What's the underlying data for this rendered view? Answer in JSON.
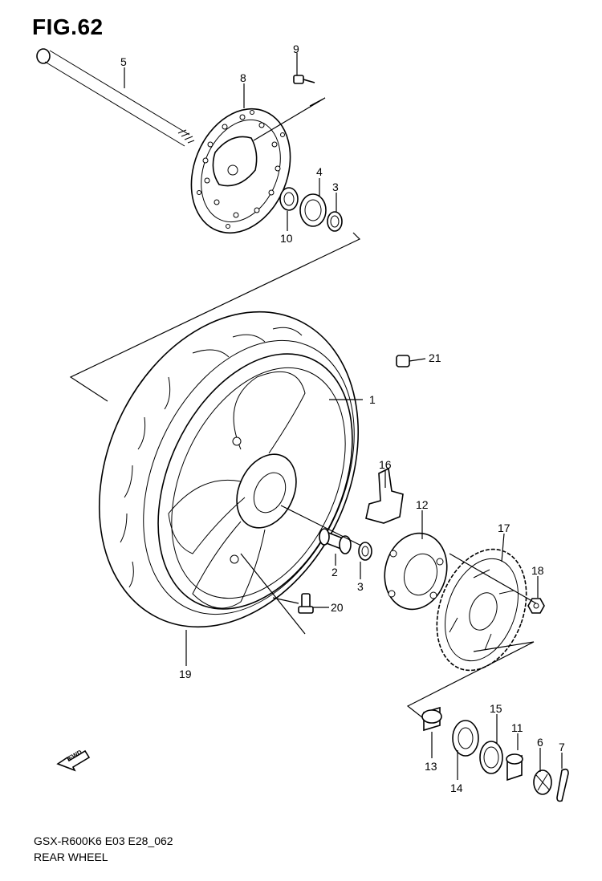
{
  "figure": {
    "title": "FIG.62",
    "model_code": "GSX-R600K6 E03 E28_062",
    "name": "REAR WHEEL",
    "fwd_label": "FWD"
  },
  "callouts": [
    {
      "id": "c1",
      "label": "1"
    },
    {
      "id": "c2",
      "label": "2"
    },
    {
      "id": "c3a",
      "label": "3"
    },
    {
      "id": "c3b",
      "label": "3"
    },
    {
      "id": "c4",
      "label": "4"
    },
    {
      "id": "c5",
      "label": "5"
    },
    {
      "id": "c6",
      "label": "6"
    },
    {
      "id": "c7",
      "label": "7"
    },
    {
      "id": "c8",
      "label": "8"
    },
    {
      "id": "c9",
      "label": "9"
    },
    {
      "id": "c10",
      "label": "10"
    },
    {
      "id": "c11",
      "label": "11"
    },
    {
      "id": "c12",
      "label": "12"
    },
    {
      "id": "c13",
      "label": "13"
    },
    {
      "id": "c14",
      "label": "14"
    },
    {
      "id": "c15",
      "label": "15"
    },
    {
      "id": "c16",
      "label": "16"
    },
    {
      "id": "c17",
      "label": "17"
    },
    {
      "id": "c18",
      "label": "18"
    },
    {
      "id": "c19",
      "label": "19"
    },
    {
      "id": "c20",
      "label": "20"
    },
    {
      "id": "c21",
      "label": "21"
    }
  ]
}
